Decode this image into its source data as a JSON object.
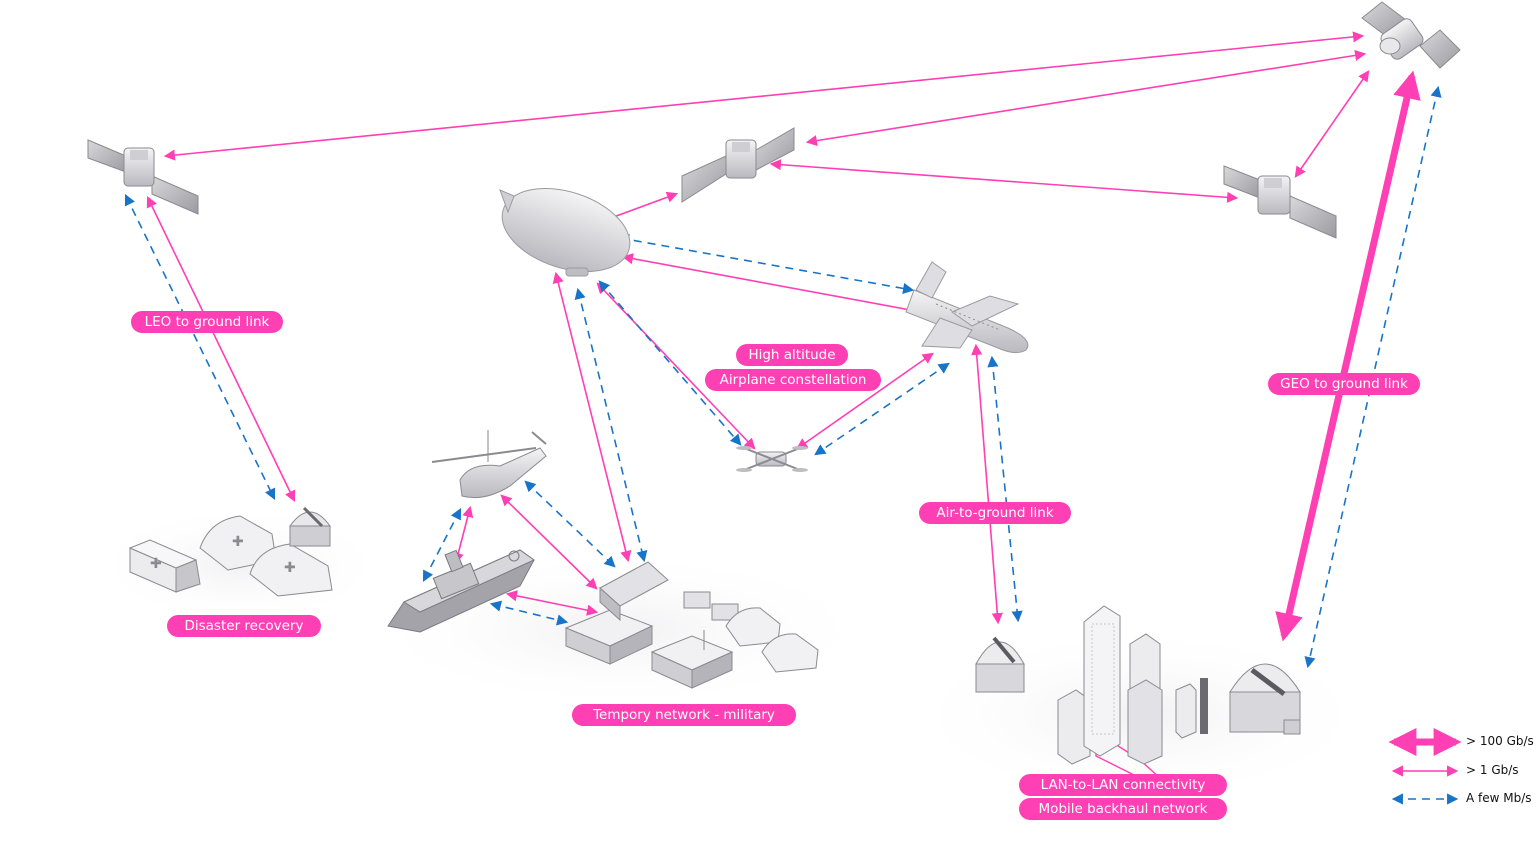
{
  "labels": {
    "leo_to_ground": "LEO to ground link",
    "high_altitude": "High altitude",
    "airplane_constellation": "Airplane constellation",
    "geo_to_ground": "GEO to ground link",
    "air_to_ground": "Air-to-ground link",
    "disaster_recovery": "Disaster recovery",
    "temporary_network": "Tempory network - military",
    "lan_to_lan": "LAN-to-LAN connectivity",
    "mobile_backhaul": "Mobile backhaul network"
  },
  "legend": [
    {
      "label": "> 100 Gb/s",
      "style": "thick-solid"
    },
    {
      "label": "> 1 Gb/s",
      "style": "thin-solid"
    },
    {
      "label": "A few Mb/s",
      "style": "dashed"
    }
  ],
  "colors": {
    "optical_link": "#ff3fb4",
    "rf_link": "#1874c8",
    "label_bg": "#ff3fb4",
    "label_text": "#ffffff"
  },
  "icons": [
    "geo-satellite-icon",
    "leo-satellite-icon",
    "airship-icon",
    "airplane-icon",
    "drone-icon",
    "helicopter-icon",
    "warship-icon",
    "military-truck-icon",
    "ambulance-icon",
    "tent-icon",
    "ground-station-dome-icon",
    "city-buildings-icon"
  ]
}
